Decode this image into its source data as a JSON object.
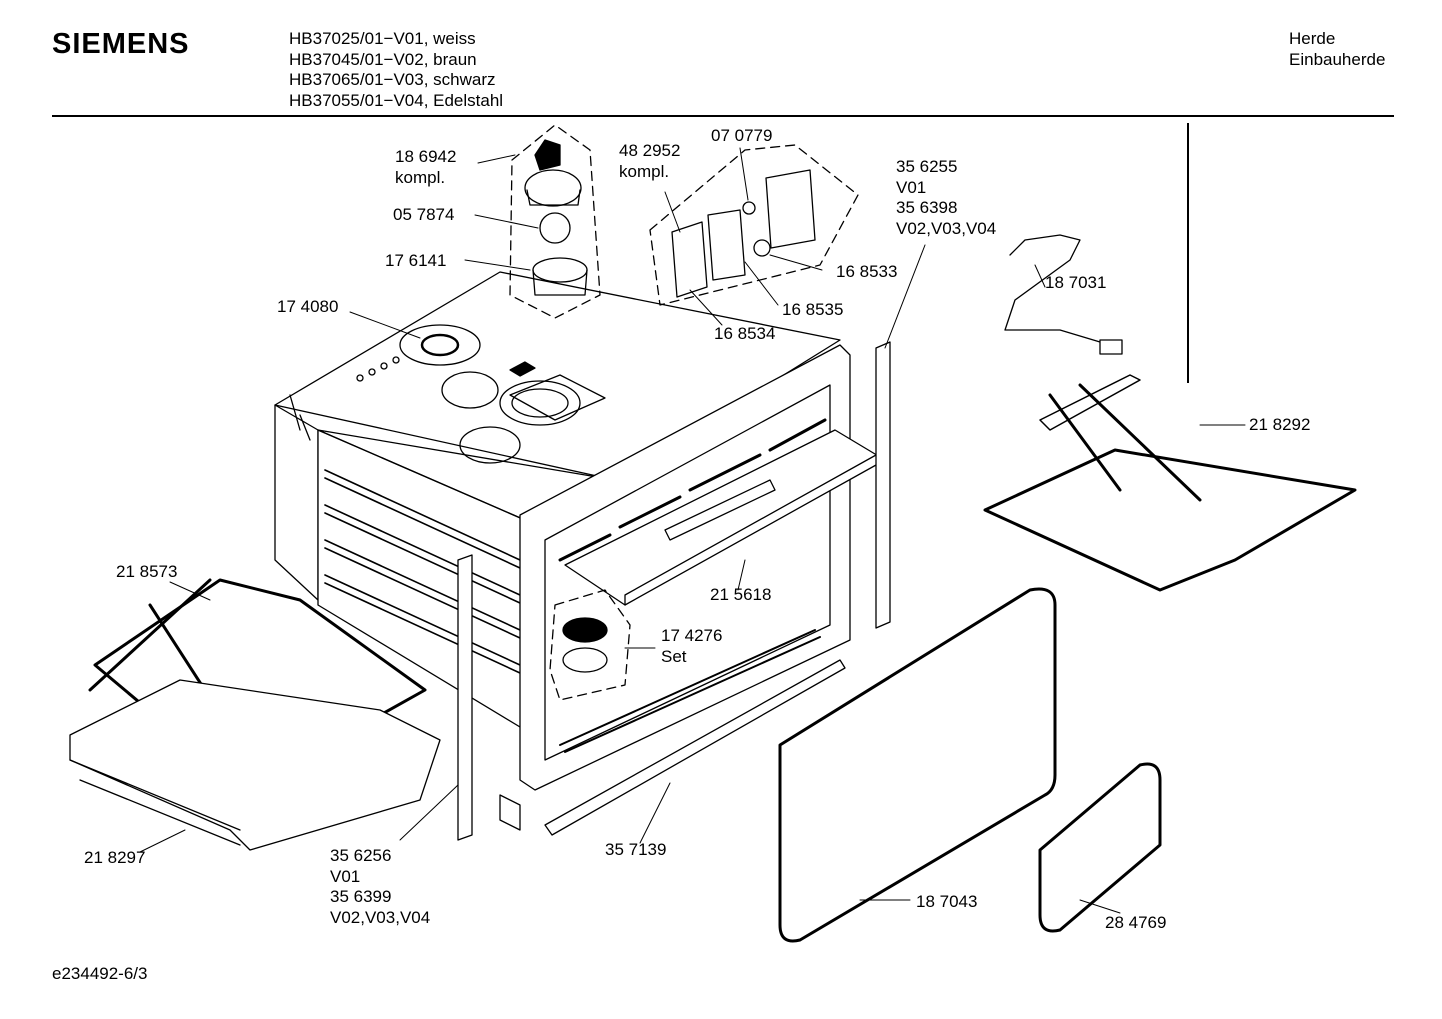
{
  "header": {
    "brand": "SIEMENS",
    "models": [
      "HB37025/01−V01, weiss",
      "HB37045/01−V02, braun",
      "HB37065/01−V03, schwarz",
      "HB37055/01−V04, Edelstahl"
    ],
    "category": [
      "Herde",
      "Einbauherde"
    ]
  },
  "parts": [
    {
      "lines": [
        "18 6942",
        "kompl."
      ]
    },
    {
      "lines": [
        "05 7874"
      ]
    },
    {
      "lines": [
        "17 6141"
      ]
    },
    {
      "lines": [
        "17 4080"
      ]
    },
    {
      "lines": [
        "48 2952",
        "kompl."
      ]
    },
    {
      "lines": [
        "07 0779"
      ]
    },
    {
      "lines": [
        "16 8533"
      ]
    },
    {
      "lines": [
        "16 8535"
      ]
    },
    {
      "lines": [
        "16 8534"
      ]
    },
    {
      "lines": [
        "35 6255",
        "V01",
        "35 6398",
        "V02,V03,V04"
      ]
    },
    {
      "lines": [
        "18 7031"
      ]
    },
    {
      "lines": [
        "21 8292"
      ]
    },
    {
      "lines": [
        "21 8573"
      ]
    },
    {
      "lines": [
        "21 5618"
      ]
    },
    {
      "lines": [
        "17 4276",
        "Set"
      ]
    },
    {
      "lines": [
        "21 8297"
      ]
    },
    {
      "lines": [
        "35 6256",
        "V01",
        "35 6399",
        "V02,V03,V04"
      ]
    },
    {
      "lines": [
        "35 7139"
      ]
    },
    {
      "lines": [
        "18 7043"
      ]
    },
    {
      "lines": [
        "28 4769"
      ]
    }
  ],
  "footer": {
    "doc_id": "e234492-6/3"
  }
}
